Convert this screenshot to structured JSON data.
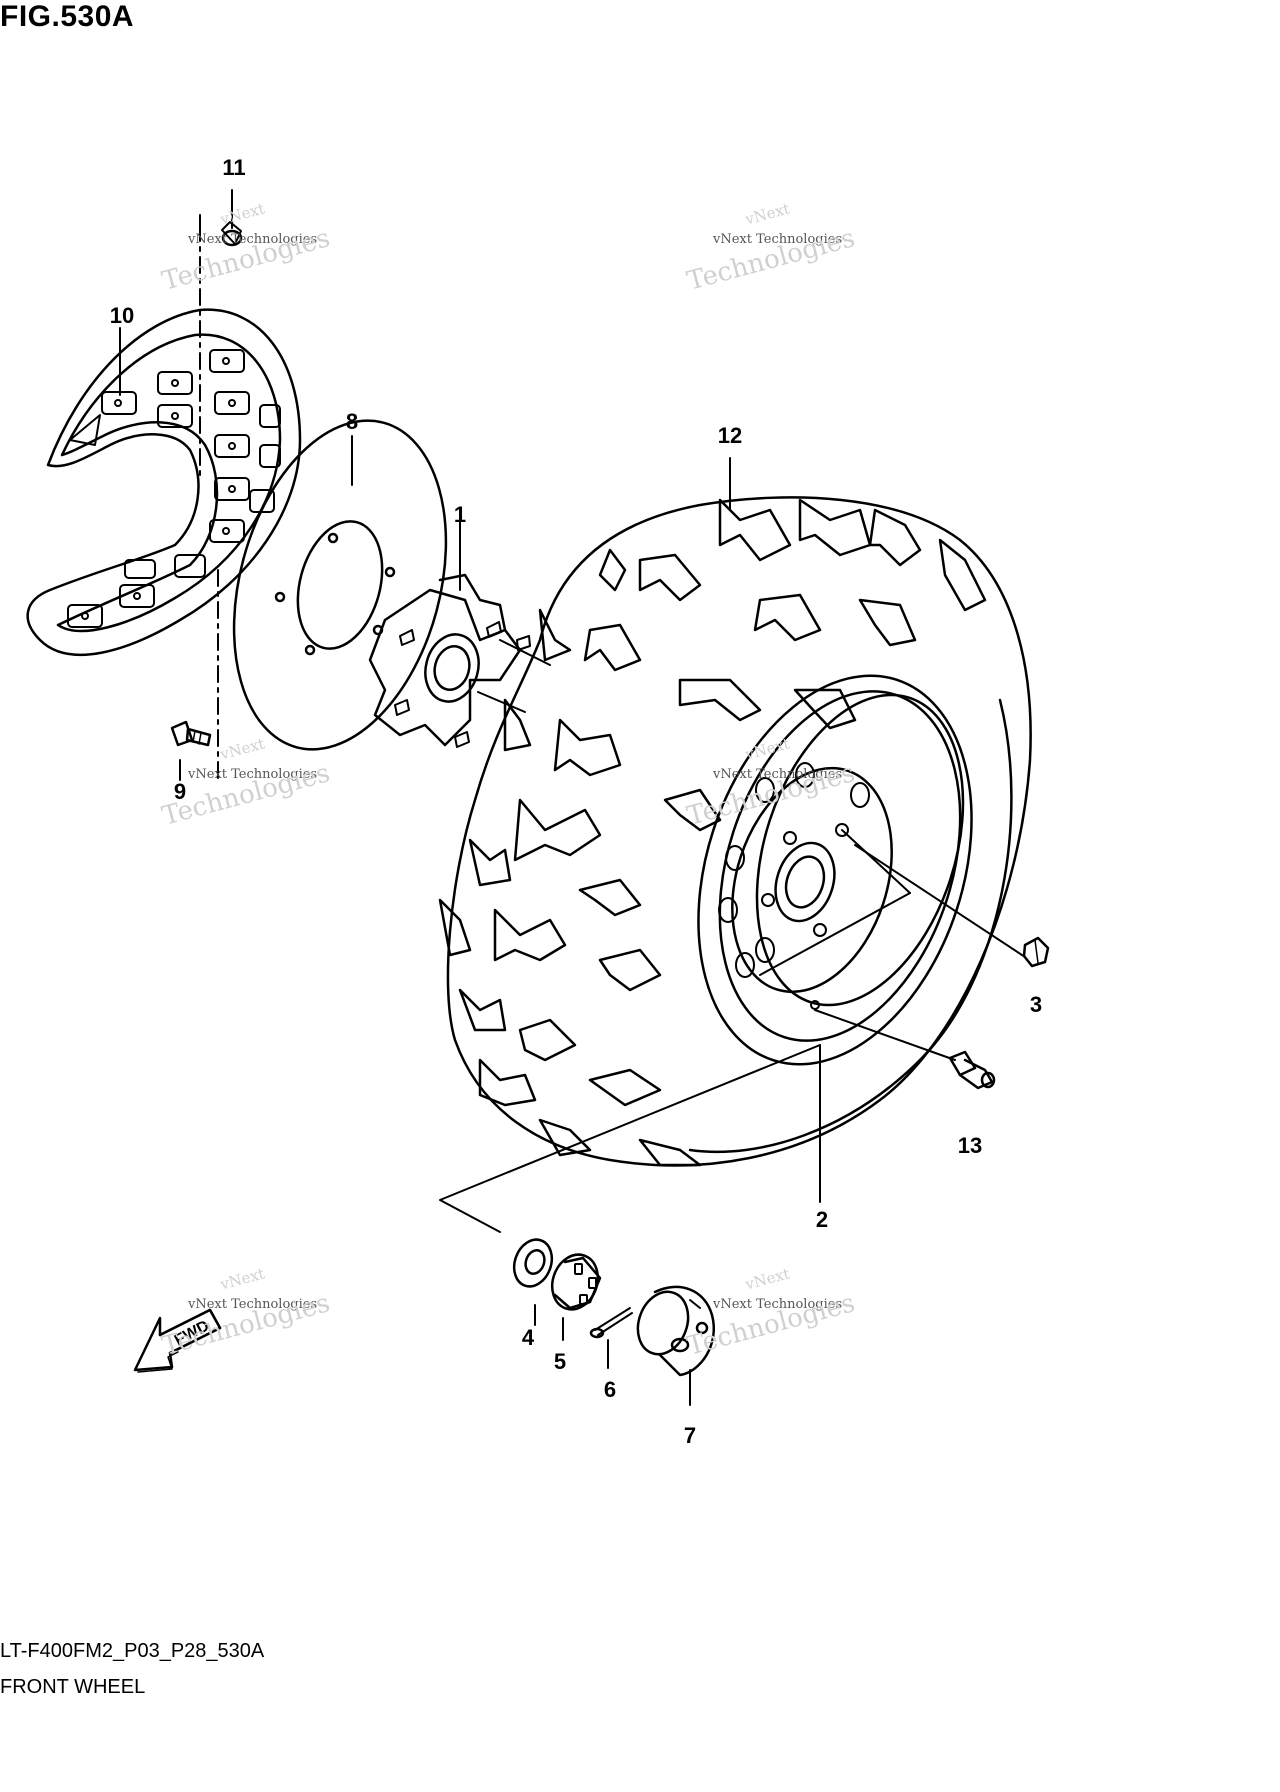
{
  "figure": {
    "title": "FIG.530A",
    "code": "LT-F400FM2_P03_P28_530A",
    "name": "FRONT WHEEL",
    "direction_label": "FWD"
  },
  "callouts": [
    "1",
    "2",
    "3",
    "4",
    "5",
    "6",
    "7",
    "8",
    "9",
    "10",
    "11",
    "12",
    "13"
  ],
  "watermark": {
    "small": "vNext",
    "line": "vNext Technologies",
    "large": "Technologies"
  }
}
